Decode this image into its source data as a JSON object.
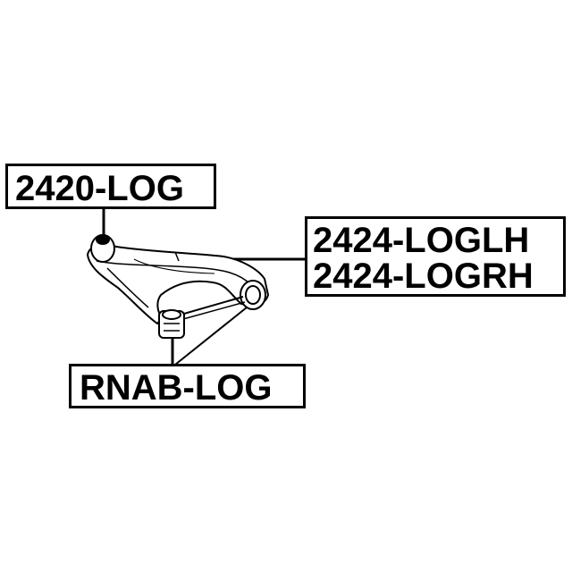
{
  "labels": {
    "ball_joint": "2420-LOG",
    "arm_left": "2424-LOGLH",
    "arm_right": "2424-LOGRH",
    "bushing": "RNAB-LOG"
  },
  "colors": {
    "ink": "#000000",
    "background": "#ffffff",
    "part_fill": "#ffffff"
  }
}
